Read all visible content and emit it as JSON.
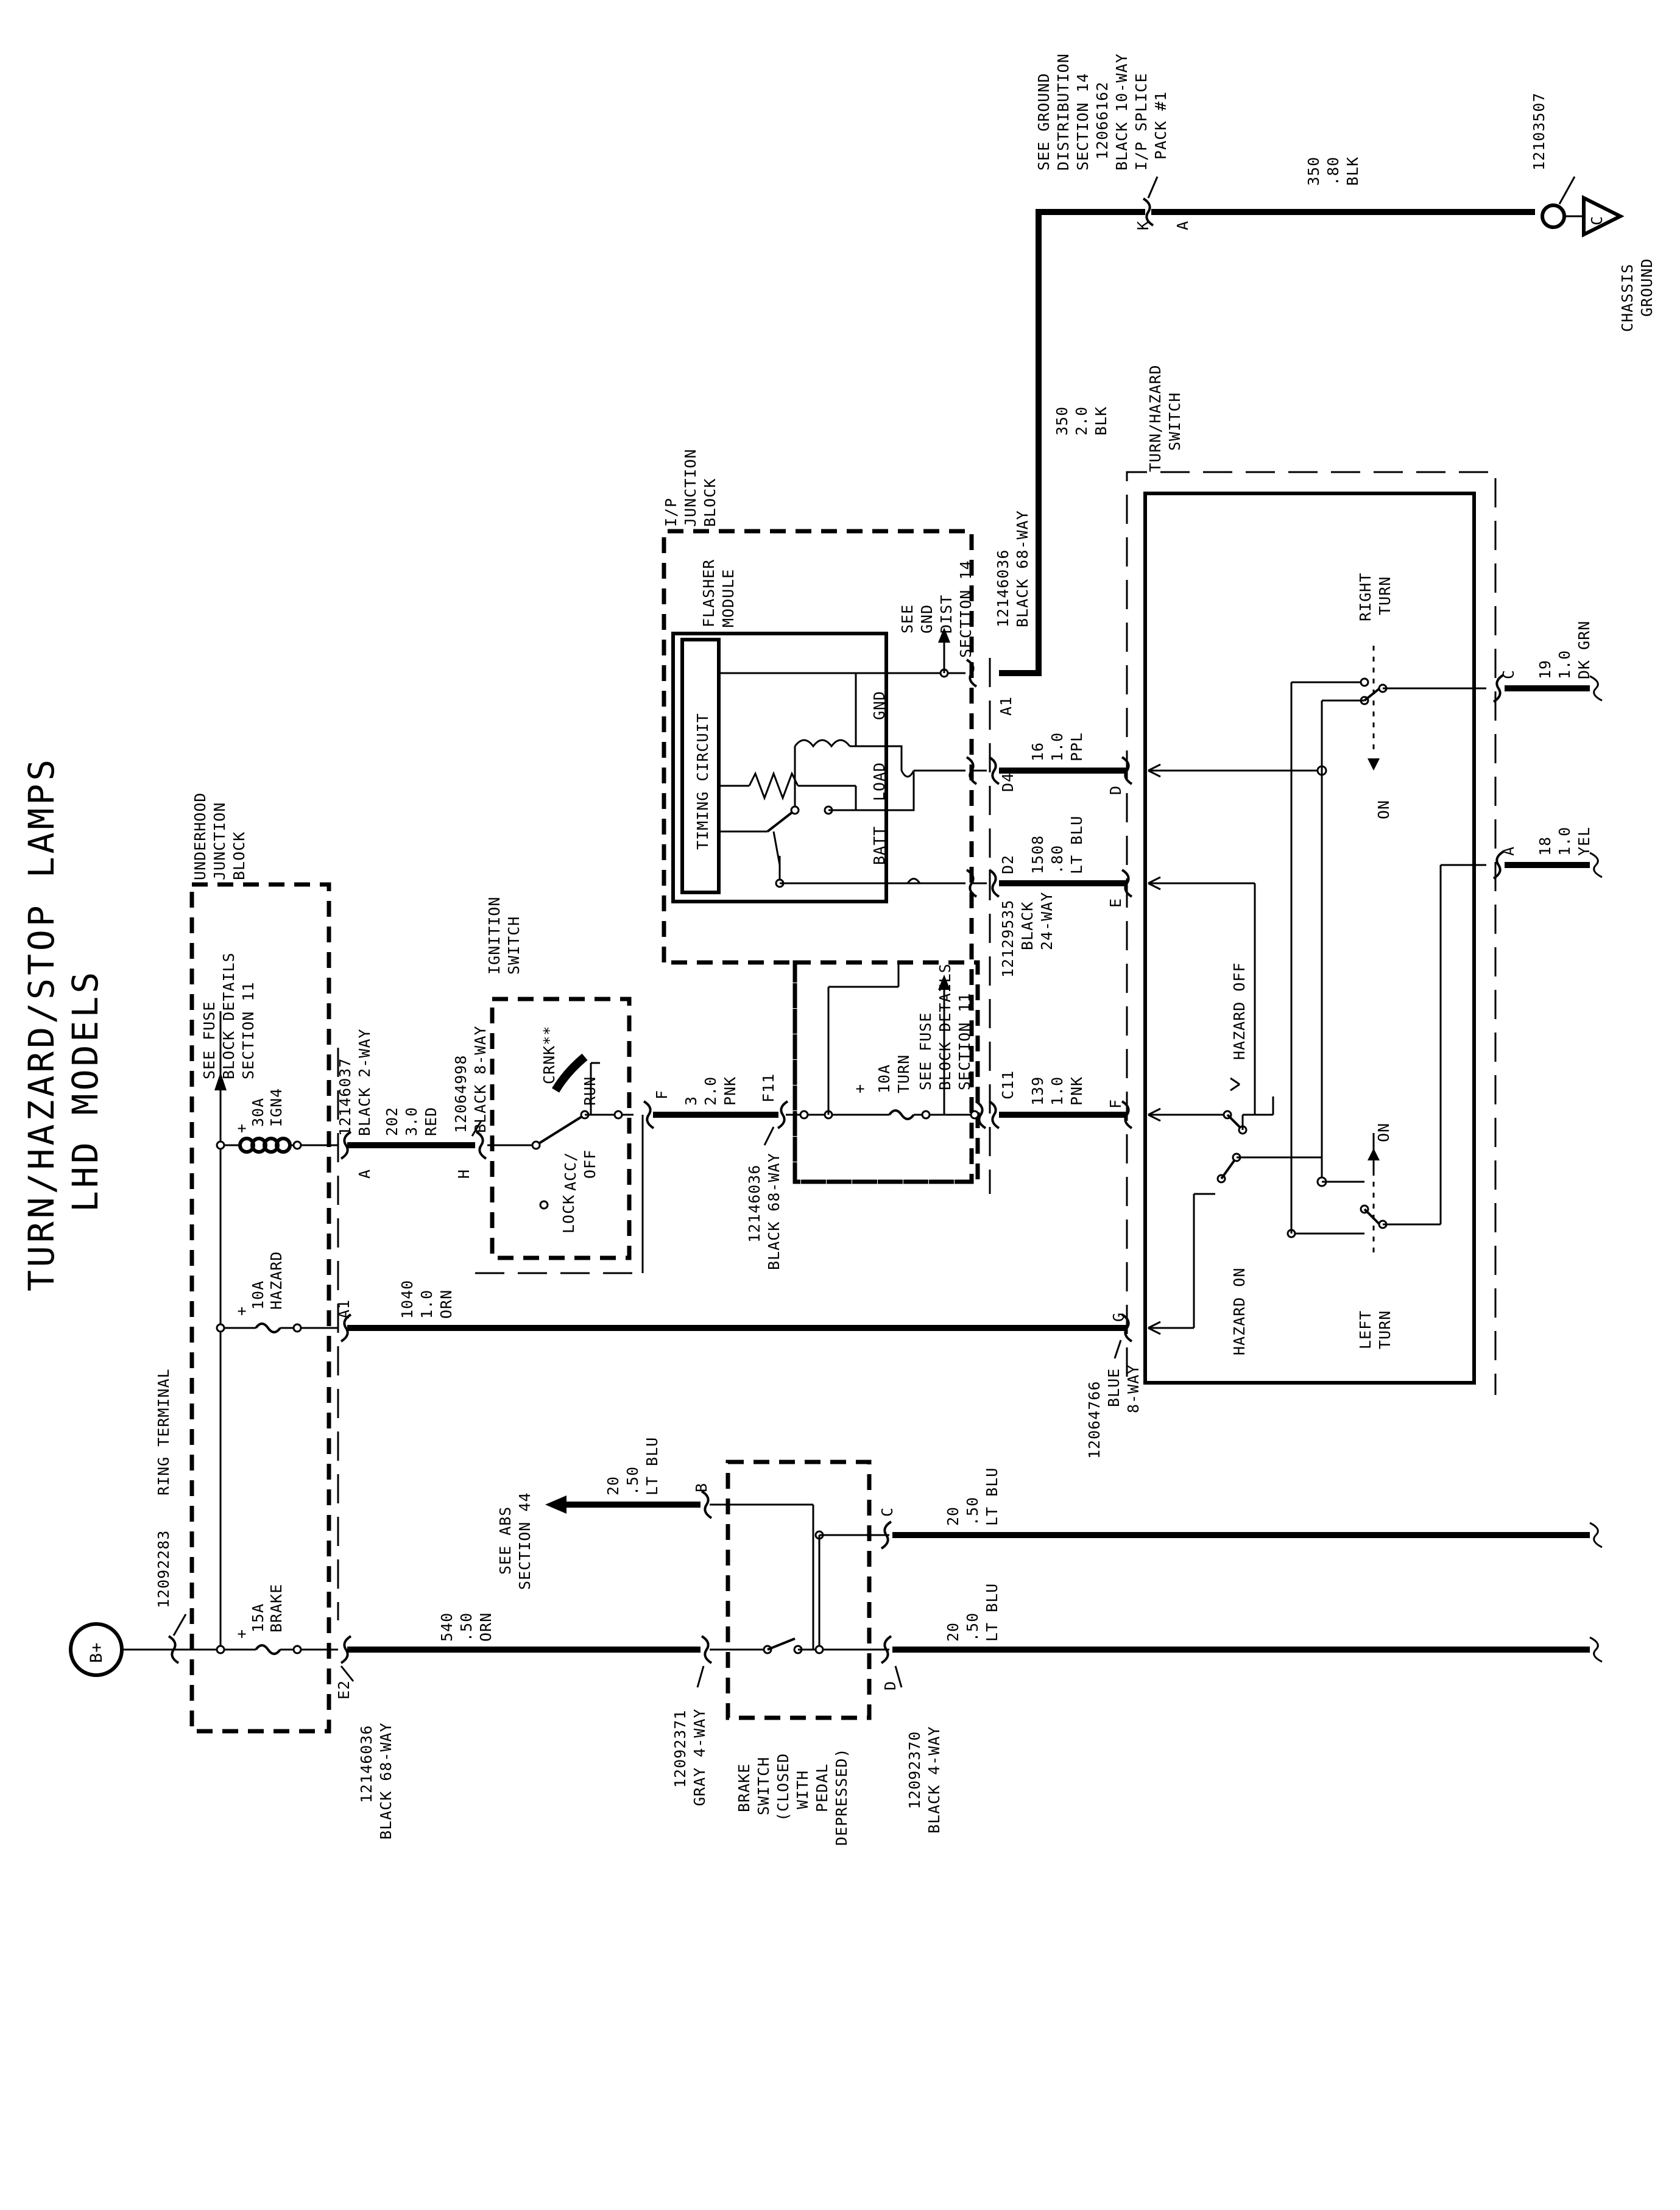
{
  "title": {
    "line1": "TURN/HAZARD/STOP LAMPS",
    "line2": "LHD MODELS"
  },
  "battery": {
    "label": "B+",
    "ring_part": "12092283",
    "ring_label": "RING TERMINAL"
  },
  "underhood_block": {
    "name": [
      "UNDERHOOD",
      "JUNCTION",
      "BLOCK"
    ],
    "note": [
      "SEE FUSE",
      "BLOCK DETAILS",
      "SECTION 11"
    ],
    "fuses": [
      {
        "rating": "30A",
        "name": "IGN4"
      },
      {
        "rating": "10A",
        "name": "HAZARD"
      },
      {
        "rating": "15A",
        "name": "BRAKE"
      }
    ],
    "plus": "+",
    "connectors": {
      "top": [
        "12146037",
        "BLACK 2-WAY"
      ],
      "bottom": [
        "12146036",
        "BLACK 68-WAY"
      ]
    },
    "pins": {
      "a": "A",
      "a1": "A1",
      "e2": "E2"
    }
  },
  "wires": {
    "w202": [
      "202",
      "3.0",
      "RED"
    ],
    "w1040": [
      "1040",
      "1.0",
      "ORN"
    ],
    "w540": [
      "540",
      ".50",
      "ORN"
    ],
    "w20a": [
      "20",
      ".50",
      "LT BLU"
    ],
    "w20b": [
      "20",
      ".50",
      "LT BLU"
    ],
    "w20c": [
      "20",
      ".50",
      "LT BLU"
    ],
    "w3": [
      "3",
      "2.0",
      "PNK"
    ],
    "w139": [
      "139",
      "1.0",
      "PNK"
    ],
    "w1508": [
      "1508",
      ".80",
      "LT BLU"
    ],
    "w16": [
      "16",
      "1.0",
      "PPL"
    ],
    "w350a": [
      "350",
      "2.0",
      "BLK"
    ],
    "w350b": [
      "350",
      ".80",
      "BLK"
    ],
    "w18": [
      "18",
      "1.0",
      "YEL"
    ],
    "w19": [
      "19",
      "1.0",
      "DK GRN"
    ]
  },
  "ignition": {
    "name": [
      "IGNITION",
      "SWITCH"
    ],
    "connector": [
      "12064998",
      "BLACK 8-WAY"
    ],
    "pin_h": "H",
    "pin_f": "F",
    "positions": {
      "lock": "LOCK",
      "acc": [
        "ACC/",
        "OFF"
      ],
      "run": "RUN",
      "crnk": "CRNK**"
    }
  },
  "ip_block": {
    "name": [
      "I/P",
      "JUNCTION",
      "BLOCK"
    ],
    "flasher": [
      "FLASHER",
      "MODULE"
    ],
    "timing": "TIMING CIRCUIT",
    "terms": {
      "batt": "BATT",
      "load": "LOAD",
      "gnd": "GND"
    },
    "gnd_note": [
      "SEE",
      "GND",
      "DIST",
      "SECTION 14"
    ],
    "fuse": {
      "rating": "10A",
      "name": "TURN",
      "plus": "+"
    },
    "fuse_note": [
      "SEE FUSE",
      "BLOCK DETAILS",
      "SECTION 11"
    ],
    "pins": {
      "f11": "F11",
      "c11": "C11",
      "d2": "D2",
      "d4": "D4",
      "a1": "A1"
    },
    "connector_bottom": [
      "12146036",
      "BLACK 68-WAY"
    ],
    "connector_mid": [
      "12129535",
      "BLACK",
      "24-WAY"
    ],
    "connector_top": [
      "12146036",
      "BLACK 68-WAY"
    ]
  },
  "ground": {
    "splice_note": [
      "SEE GROUND",
      "DISTRIBUTION",
      "SECTION 14",
      "12066162",
      "BLACK 10-WAY",
      "I/P SPLICE",
      "PACK #1"
    ],
    "pin_k": "K",
    "pin_a": "A",
    "eyelet_part": "12103507",
    "symbol": "C",
    "name": [
      "CHASSIS",
      "GROUND"
    ]
  },
  "turn_switch": {
    "name": [
      "TURN/HAZARD",
      "SWITCH"
    ],
    "connector": [
      "12064766",
      "BLUE",
      "8-WAY"
    ],
    "pins": {
      "d": "D",
      "e": "E",
      "f": "F",
      "g": "G",
      "c": "C",
      "a": "A"
    },
    "labels": {
      "right_turn": [
        "RIGHT",
        "TURN"
      ],
      "left_turn": [
        "LEFT",
        "TURN"
      ],
      "on_right": "ON",
      "on_left": "ON",
      "hazard_on": "HAZARD ON",
      "hazard_off": "HAZARD OFF"
    }
  },
  "abs": {
    "note": [
      "SEE ABS",
      "SECTION 44"
    ],
    "pin_b": "B"
  },
  "brake_switch": {
    "desc": [
      "BRAKE",
      "SWITCH",
      "(CLOSED",
      "WITH",
      "PEDAL",
      "DEPRESSED)"
    ],
    "connector_in": [
      "12092371",
      "GRAY 4-WAY"
    ],
    "connector_out": [
      "12092370",
      "BLACK 4-WAY"
    ],
    "pin_c": "C",
    "pin_d": "D"
  }
}
